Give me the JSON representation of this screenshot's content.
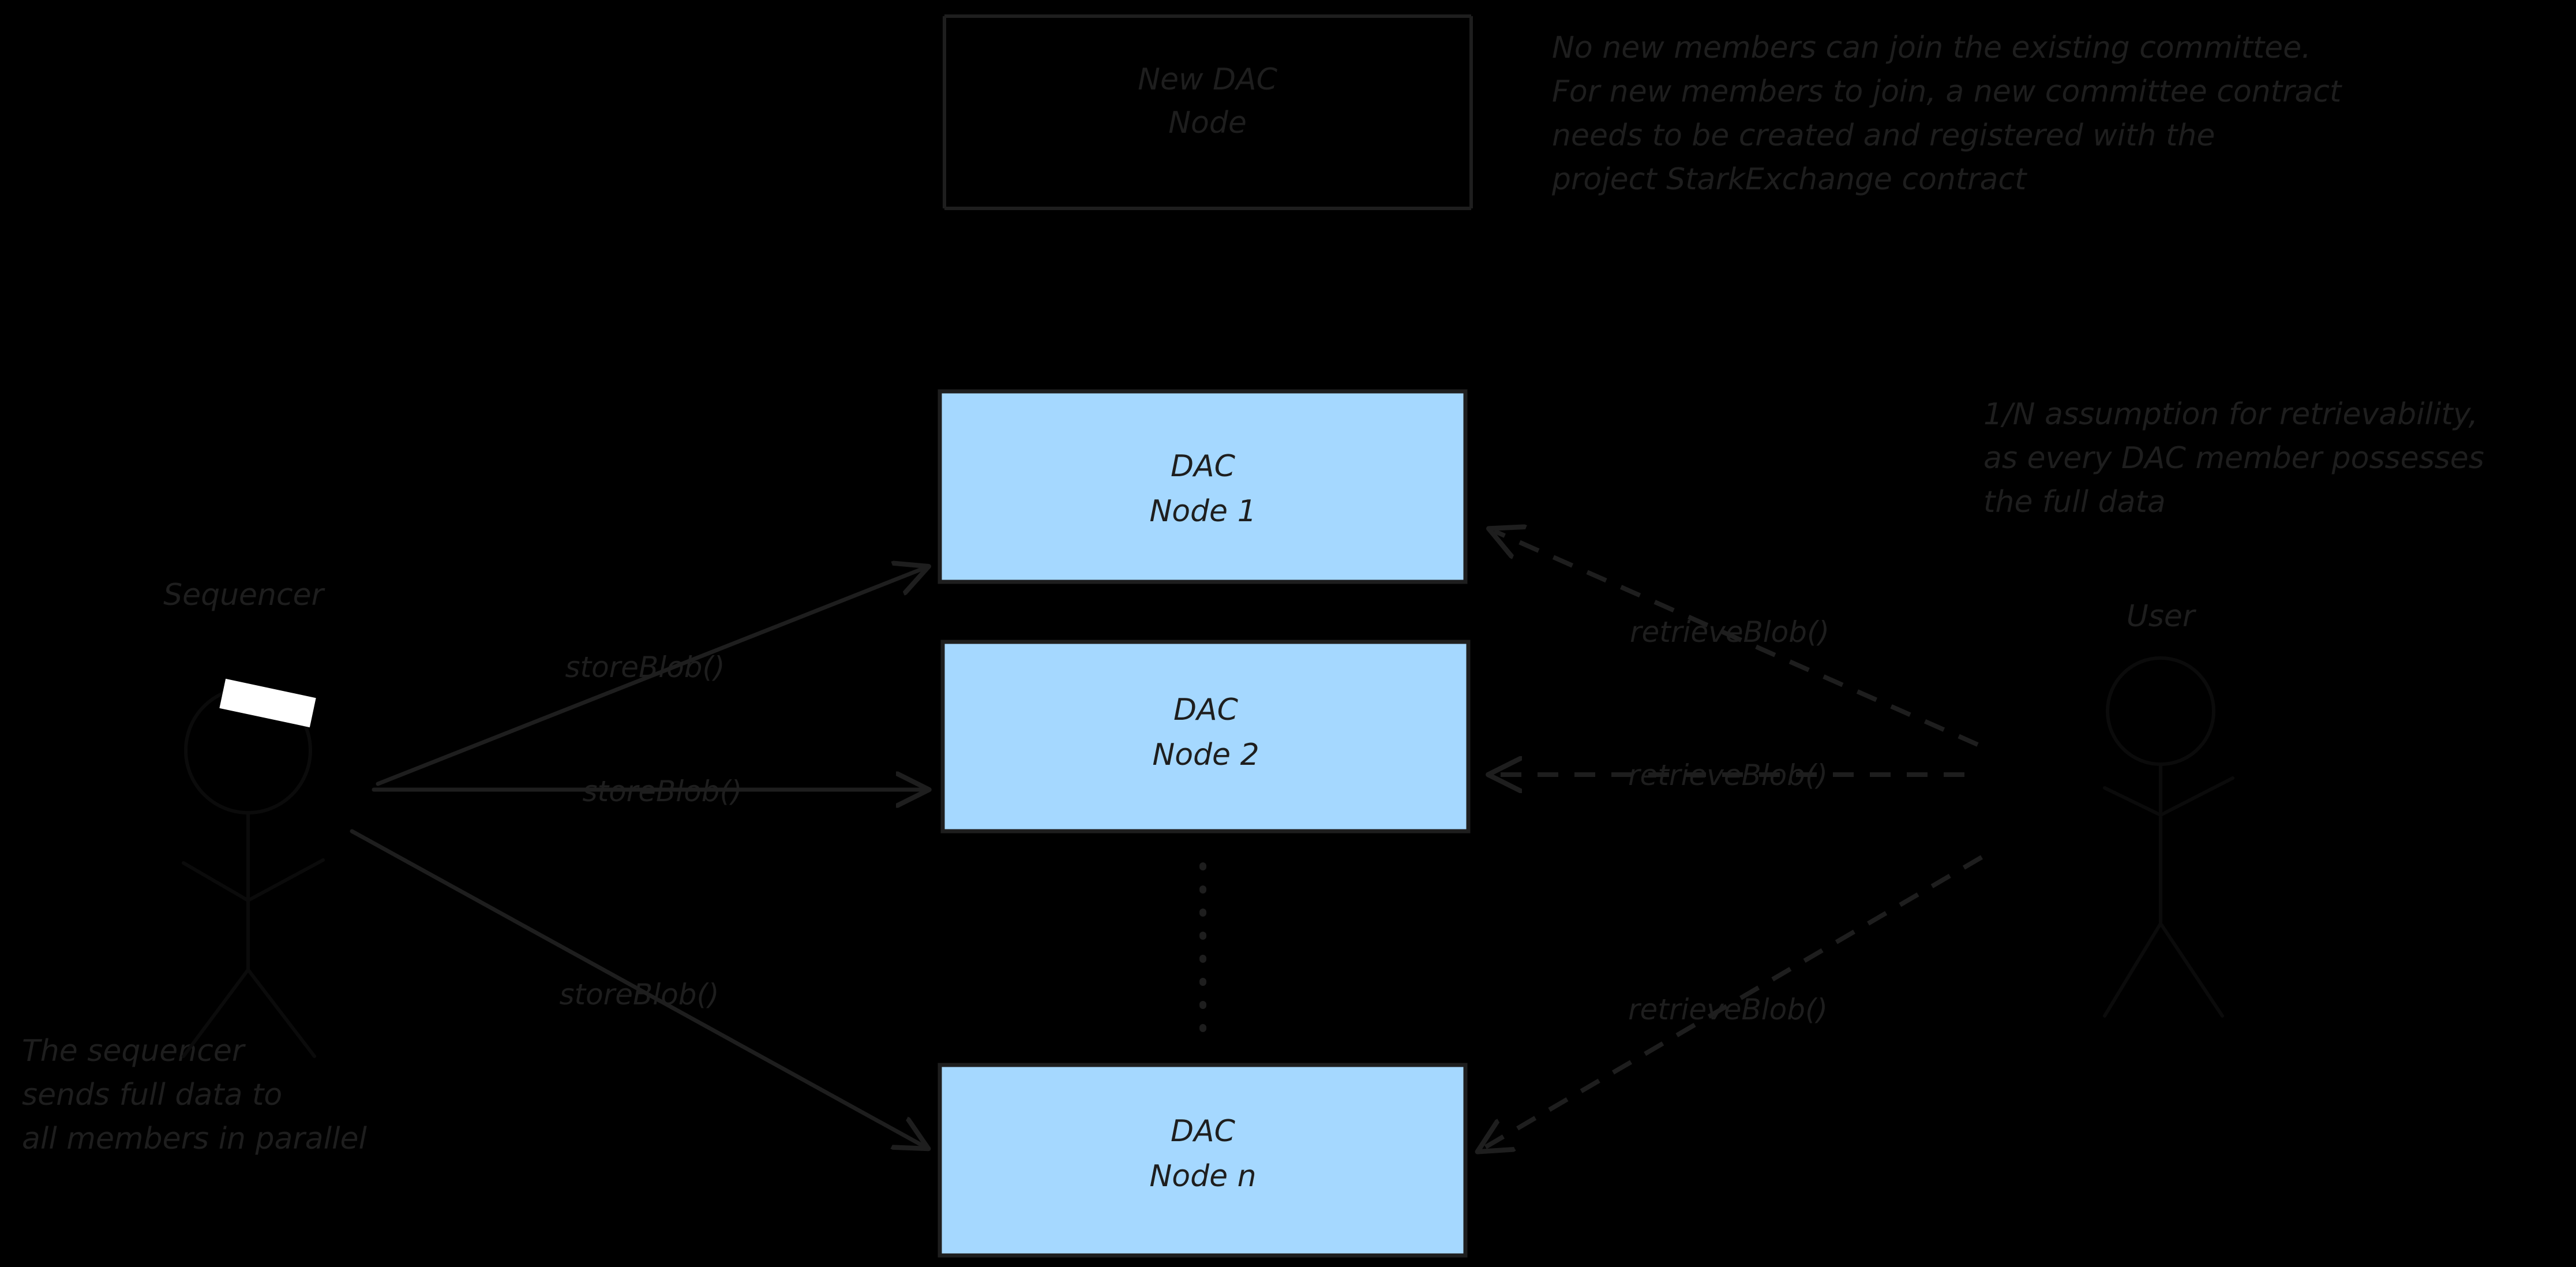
{
  "diagram": {
    "title_hatched_node": "New DAC\nNode",
    "background_color": "#000000",
    "node_fill_color": "#a5d8ff",
    "stroke_color": "#1e1e1e",
    "hatch_stripe_color": "#a5d8ff"
  },
  "hatched_node": {
    "label_line1": "New DAC",
    "label_line2": "Node",
    "name": "new-dac-node"
  },
  "nodes": [
    {
      "label_line1": "DAC",
      "label_line2": "Node 1",
      "name": "dac-node-1"
    },
    {
      "label_line1": "DAC",
      "label_line2": "Node 2",
      "name": "dac-node-2"
    },
    {
      "label_line1": "DAC",
      "label_line2": "Node n",
      "name": "dac-node-n"
    }
  ],
  "actors": {
    "sequencer": {
      "label": "Sequencer"
    },
    "user": {
      "label": "User"
    }
  },
  "edges": {
    "store": [
      {
        "label": "storeBlob()",
        "from": "sequencer",
        "to": "dac-node-1",
        "style": "solid"
      },
      {
        "label": "storeBlob()",
        "from": "sequencer",
        "to": "dac-node-2",
        "style": "solid"
      },
      {
        "label": "storeBlob()",
        "from": "sequencer",
        "to": "dac-node-n",
        "style": "solid"
      }
    ],
    "retrieve": [
      {
        "label": "retrieveBlob()",
        "from": "user",
        "to": "dac-node-1",
        "style": "dashed"
      },
      {
        "label": "retrieveBlob()",
        "from": "user",
        "to": "dac-node-2",
        "style": "dashed"
      },
      {
        "label": "retrieveBlob()",
        "from": "user",
        "to": "dac-node-n",
        "style": "dashed"
      }
    ]
  },
  "annotations": {
    "top_right": {
      "name": "annotation-new-members",
      "lines": [
        "No new members can join the existing committee.",
        "For new members to join, a new committee contract",
        "needs to be created and registered with the",
        "project StarkExchange contract"
      ]
    },
    "mid_right": {
      "name": "annotation-retrievability",
      "lines": [
        "1/N assumption for retrievability,",
        "as every DAC member possesses",
        "the full data"
      ]
    },
    "bottom_left": {
      "name": "annotation-sequencer-parallel",
      "lines": [
        "The sequencer",
        "sends full data to",
        "all members in parallel"
      ]
    }
  }
}
